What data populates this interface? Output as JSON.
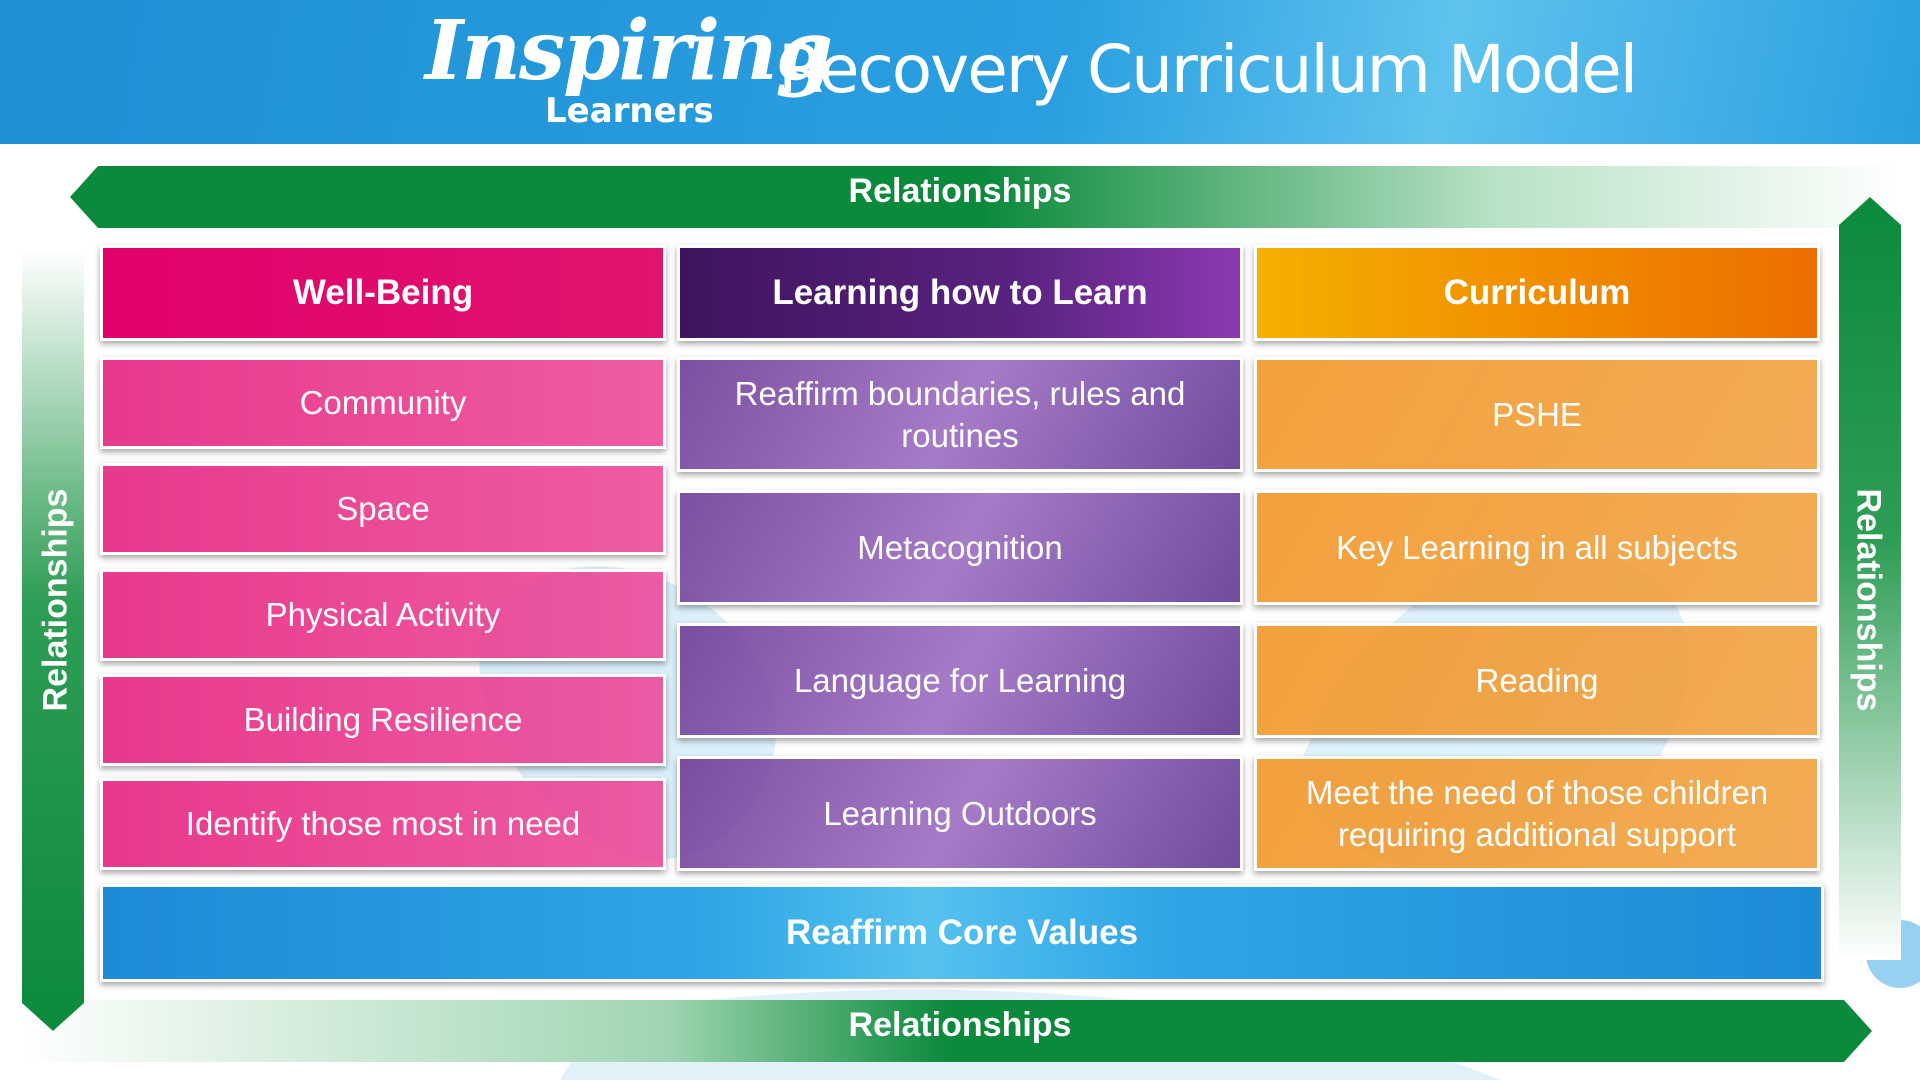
{
  "header": {
    "logo_word": "Inspiring",
    "logo_sub": "Learners",
    "title": "Recovery Curriculum Model"
  },
  "relationships": {
    "top": "Relationships",
    "bottom": "Relationships",
    "left": "Relationships",
    "right": "Relationships"
  },
  "columns": [
    {
      "header": "Well-Being",
      "items": [
        "Community",
        "Space",
        "Physical Activity",
        "Building Resilience",
        "Identify those most in need"
      ]
    },
    {
      "header": "Learning how to Learn",
      "items": [
        "Reaffirm boundaries, rules and routines",
        "Metacognition",
        "Language for Learning",
        "Learning Outdoors"
      ]
    },
    {
      "header": "Curriculum",
      "items": [
        "PSHE",
        "Key Learning in all subjects",
        "Reading",
        "Meet the need of those children requiring additional support"
      ]
    }
  ],
  "core": "Reaffirm Core Values",
  "colors": {
    "header_blue": "#1f8fd6",
    "arrow_green": "#0a8a3a",
    "wellbeing_pink": "#e2006a",
    "learning_purple": "#4a1a6e",
    "curriculum_orange": "#f08a00",
    "core_blue": "#2fa5e6"
  }
}
